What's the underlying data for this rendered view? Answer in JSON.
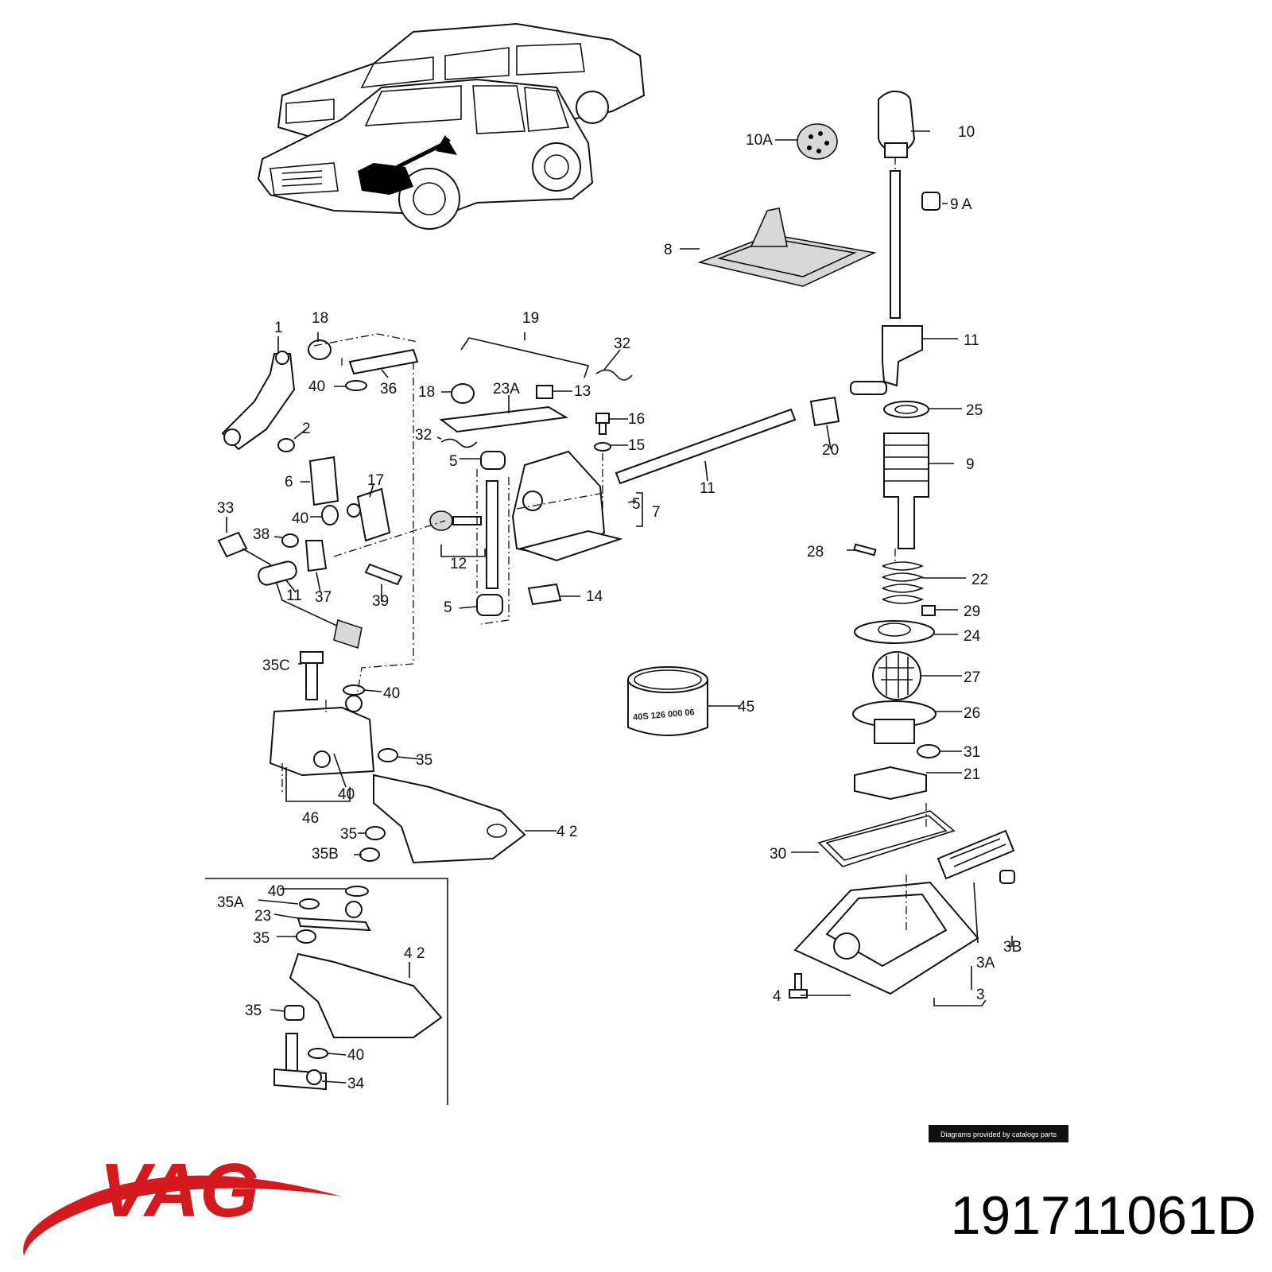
{
  "brand": {
    "logo_text": "VAG",
    "logo_color": "#d41a1f"
  },
  "part_number": "191711061D",
  "credit": "Diagrams provided by catalogs parts",
  "stamp_text": "40S 126 000 06",
  "callouts": {
    "c1": "1",
    "c18a": "18",
    "c19": "19",
    "c32a": "32",
    "c40a": "40",
    "c36": "36",
    "c18b": "18",
    "c23A": "23A",
    "c13": "13",
    "c16": "16",
    "c15": "15",
    "c32b": "32",
    "c2": "2",
    "c6": "6",
    "c17": "17",
    "c5a": "5",
    "c5b": "5",
    "c7": "7",
    "c33": "33",
    "c40b": "40",
    "c38": "38",
    "c12": "12",
    "c11a": "11",
    "c37": "37",
    "c39": "39",
    "c5c": "5",
    "c14": "14",
    "c11b": "11",
    "c20": "20",
    "c10A": "10A",
    "c10": "10",
    "c9A": "9 A",
    "c8": "8",
    "c11c": "11",
    "c25": "25",
    "c9": "9",
    "c28": "28",
    "c22": "22",
    "c29": "29",
    "c24": "24",
    "c27": "27",
    "c26": "26",
    "c31": "31",
    "c21": "21",
    "c30": "30",
    "c3A": "3A",
    "c3B": "3B",
    "c3": "3",
    "c4": "4",
    "c45": "45",
    "c35C": "35C",
    "c40c": "40",
    "c35a": "35",
    "c40d": "40",
    "c46": "46",
    "c35b": "35",
    "c35B": "35B",
    "c42a": "4 2",
    "c40e": "40",
    "c35A": "35A",
    "c23": "23",
    "c35c": "35",
    "c42b": "4 2",
    "c35d": "35",
    "c40f": "40",
    "c34": "34"
  }
}
